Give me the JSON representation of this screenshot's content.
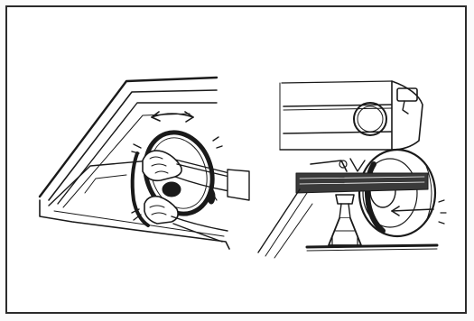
{
  "figure": {
    "panels": [
      {
        "id": "left",
        "subject": "hands-turning-steering-wheel",
        "motion": "double-arrow-rotation"
      },
      {
        "id": "right",
        "subject": "car-front-wheel-on-jack-stand",
        "motion": "wheel-direction-arrow"
      }
    ],
    "colors": {
      "ink": "#1a1a1a",
      "paper": "#ffffff",
      "frame": "#2b2b2b",
      "shade": "#3a3a3a"
    }
  }
}
